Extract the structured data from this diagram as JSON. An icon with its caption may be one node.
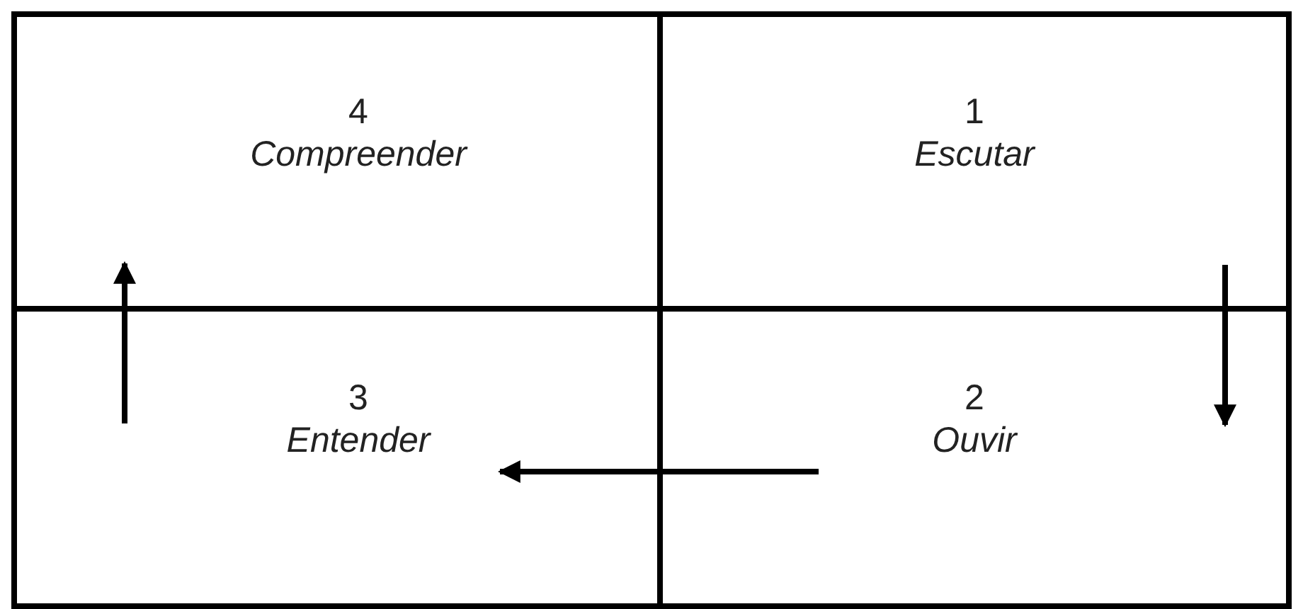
{
  "diagram": {
    "nodes": [
      {
        "text": [
          "4",
          "Compreender"
        ]
      },
      {
        "text": [
          "1",
          "Escutar"
        ]
      },
      {
        "text": [
          "3",
          "Entender"
        ]
      },
      {
        "text": [
          "2",
          "Ouvir"
        ]
      }
    ],
    "edges": [
      {
        "from": 1,
        "to": 3,
        "arrow": "to"
      },
      {
        "from": 3,
        "to": 2,
        "arrow": "to"
      },
      {
        "from": 2,
        "to": 0,
        "arrow": "to"
      }
    ]
  }
}
